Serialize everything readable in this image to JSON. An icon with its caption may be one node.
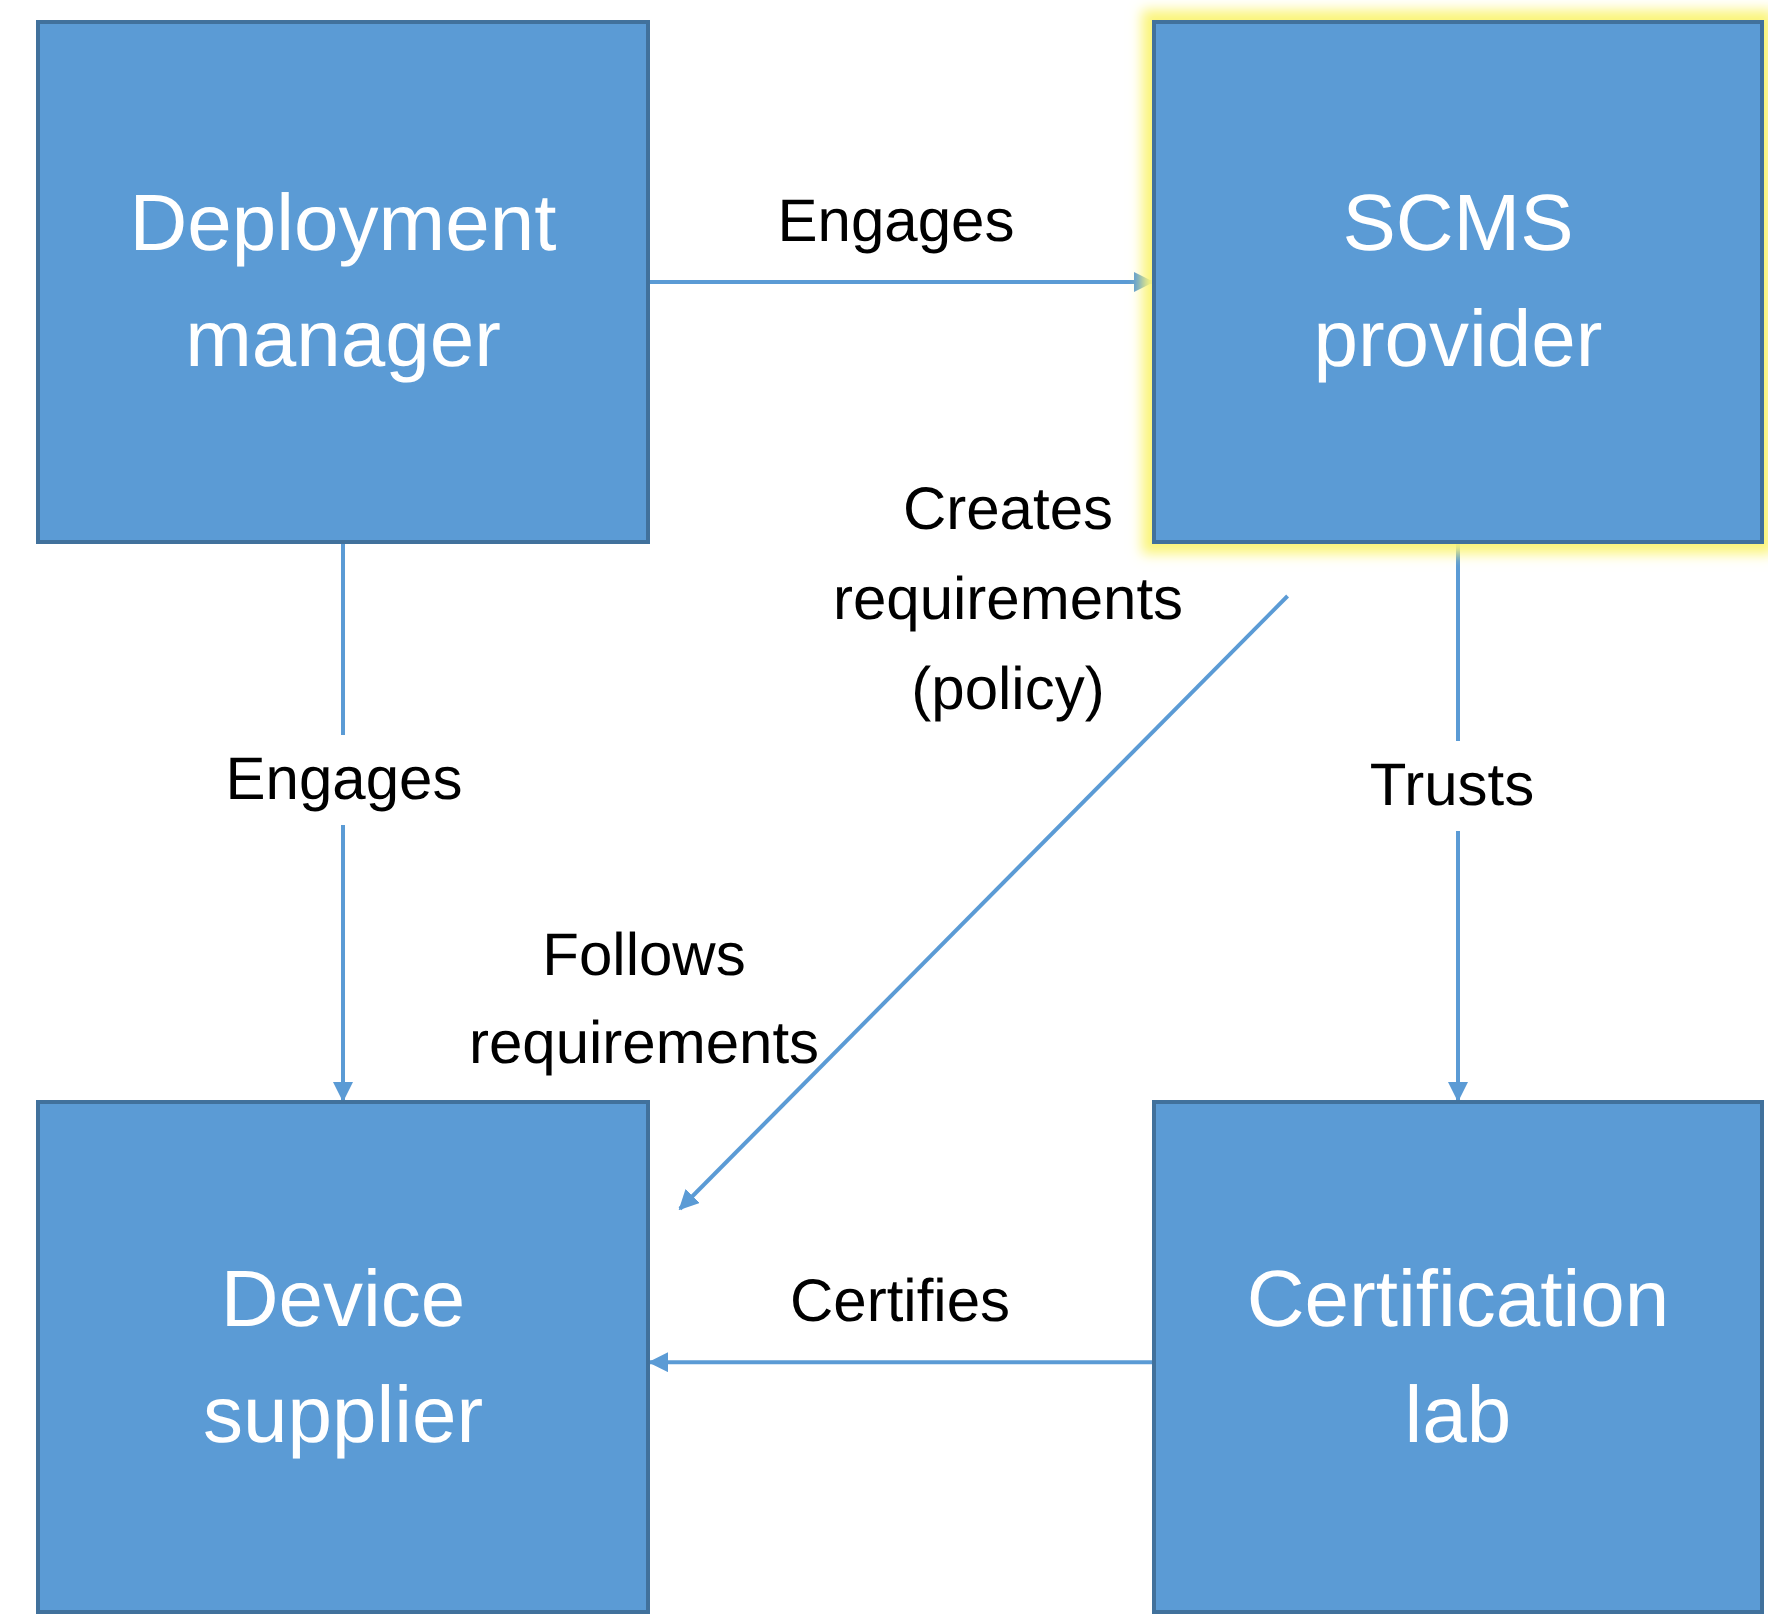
{
  "diagram": {
    "nodes": [
      {
        "text": [
          "Deployment manager"
        ]
      },
      {
        "text": [
          "SCMS provider"
        ]
      },
      {
        "text": [
          "Device supplier"
        ]
      },
      {
        "text": [
          "Certification lab"
        ]
      }
    ],
    "edges": [
      {
        "from": 0,
        "to": 1,
        "arrow": "to",
        "label": "Engages"
      },
      {
        "from": 0,
        "to": 2,
        "arrow": "to",
        "label": "Engages"
      },
      {
        "from": 1,
        "to": 2,
        "arrow": "to",
        "label": "Creates requirements (policy)"
      },
      {
        "from": 1,
        "to": 3,
        "arrow": "to",
        "label": "Trusts"
      },
      {
        "from": 3,
        "to": 2,
        "arrow": "to",
        "label": "Certifies"
      }
    ],
    "labels": [
      "Follows requirements"
    ]
  }
}
